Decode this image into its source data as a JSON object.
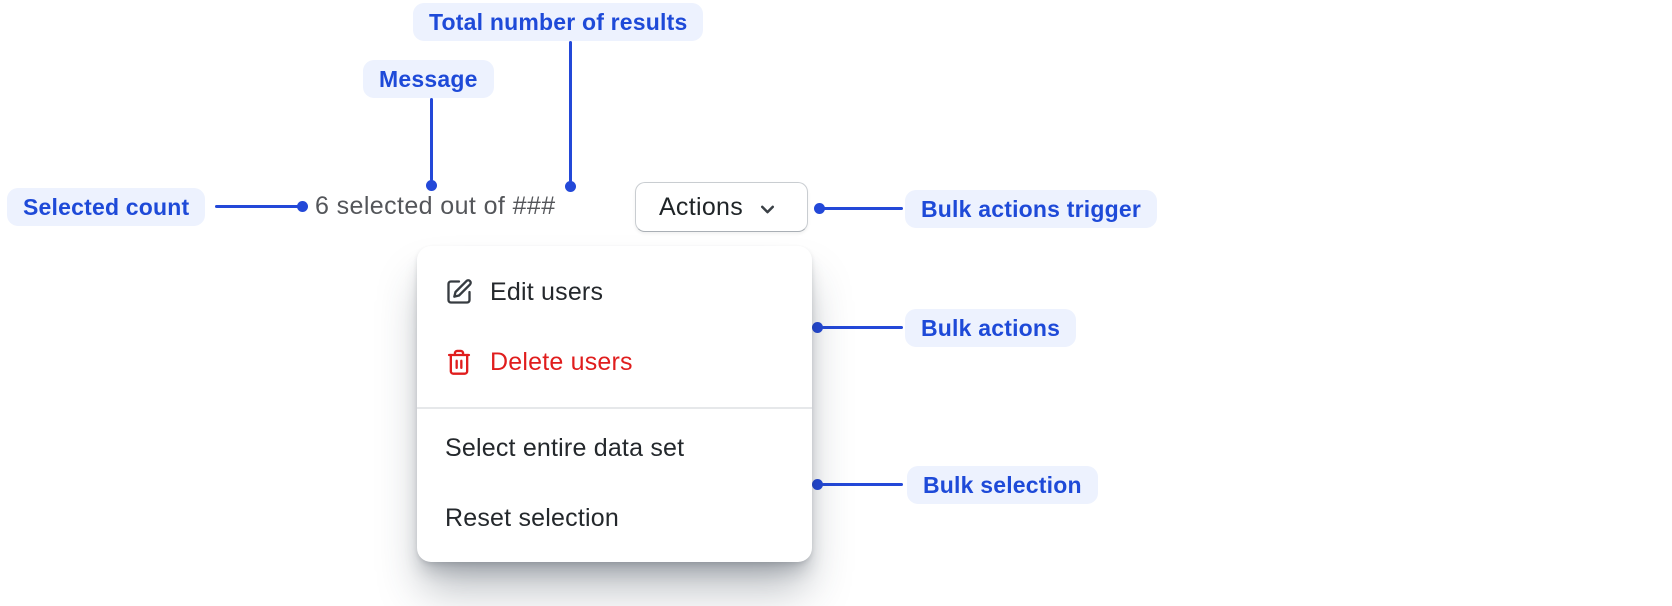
{
  "figure": {
    "annotations": {
      "total_results": "Total number of results",
      "message": "Message",
      "selected_count": "Selected count",
      "bulk_actions_trigger": "Bulk actions trigger",
      "bulk_actions": "Bulk actions",
      "bulk_selection": "Bulk selection"
    }
  },
  "component": {
    "message_text": "6 selected out of ###",
    "trigger_button": {
      "label": "Actions",
      "icon": "chevron-down-icon"
    },
    "menu": {
      "items": [
        {
          "label": "Edit users",
          "icon": "edit-pencil-icon",
          "tone": "default"
        },
        {
          "label": "Delete users",
          "icon": "trash-icon",
          "tone": "critical"
        },
        {
          "label": "Select entire data set",
          "icon": null,
          "tone": "default"
        },
        {
          "label": "Reset selection",
          "icon": null,
          "tone": "default"
        }
      ]
    }
  },
  "colors": {
    "annotation_text_blue": "#1e4ad8",
    "annotation_pill_bg": "#edf2fe",
    "connector_blue": "#2348d8",
    "message_gray": "#54565a",
    "menu_text": "#24282c",
    "critical_red": "#e01d1d",
    "surface": "#ffffff"
  }
}
